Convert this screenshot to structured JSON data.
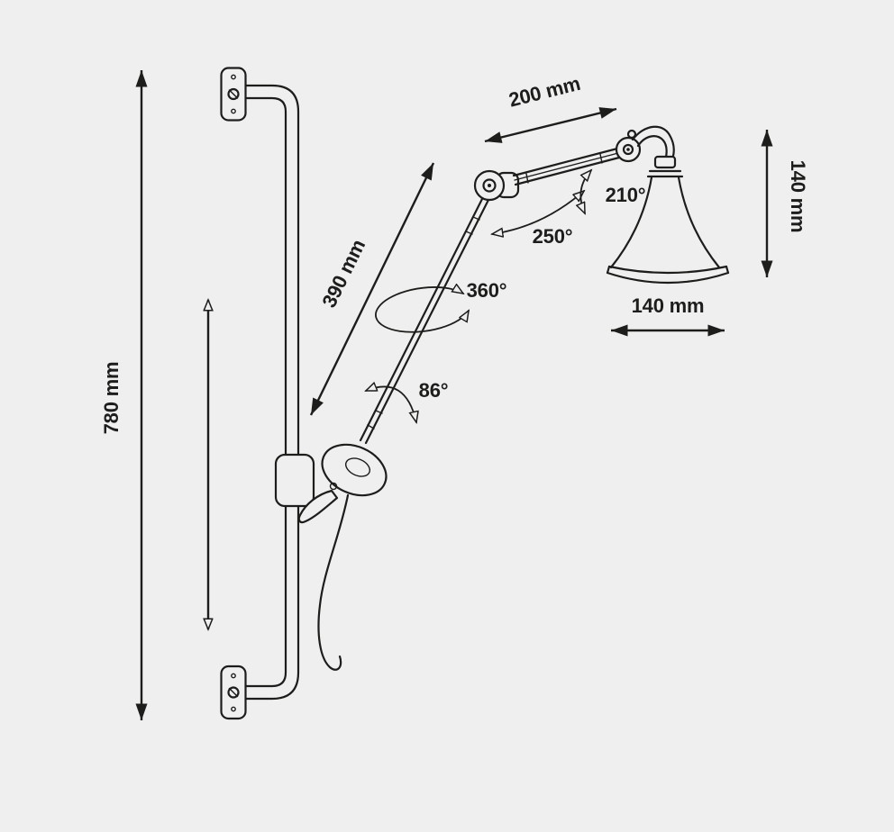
{
  "canvas": {
    "background": "#efefef",
    "line_color": "#1d1d1b"
  },
  "dimensions": {
    "mount_height": {
      "label": "780 mm"
    },
    "lower_arm": {
      "label": "390 mm"
    },
    "upper_arm": {
      "label": "200 mm"
    },
    "shade_height": {
      "label": "140 mm"
    },
    "shade_diameter": {
      "label": "140 mm"
    }
  },
  "angles": {
    "elbow_rotation": {
      "label": "250°"
    },
    "shade_tilt": {
      "label": "210°"
    },
    "arm_rotation": {
      "label": "360°"
    },
    "base_tilt": {
      "label": "86°"
    }
  }
}
